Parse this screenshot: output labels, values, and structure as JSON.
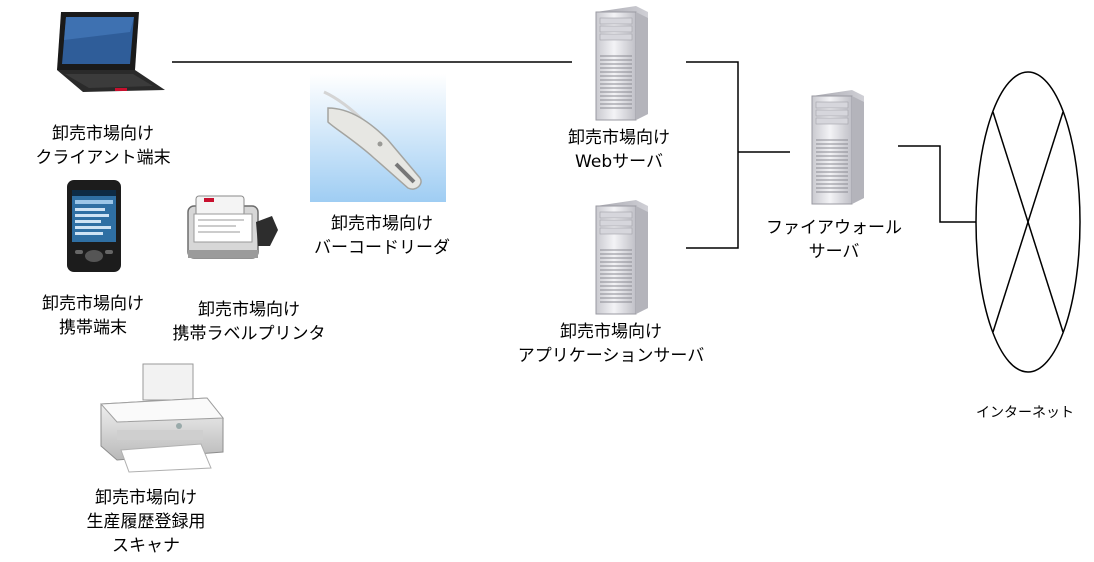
{
  "nodes": {
    "client": {
      "line1": "卸売市場向け",
      "line2": "クライアント端末"
    },
    "handheld": {
      "line1": "卸売市場向け",
      "line2": "携帯端末"
    },
    "label_printer": {
      "line1": "卸売市場向け",
      "line2": "携帯ラベルプリンタ"
    },
    "barcode": {
      "line1": "卸売市場向け",
      "line2": "バーコードリーダ"
    },
    "scanner": {
      "line1": "卸売市場向け",
      "line2": "生産履歴登録用",
      "line3": "スキャナ"
    },
    "web_server": {
      "line1": "卸売市場向け",
      "line2": "Webサーバ"
    },
    "app_server": {
      "line1": "卸売市場向け",
      "line2": "アプリケーションサーバ"
    },
    "firewall": {
      "line1": "ファイアウォール",
      "line2": "サーバ"
    },
    "internet": {
      "label": "インターネット"
    }
  },
  "icons": {
    "laptop": "laptop-icon",
    "pda": "pda-icon",
    "label_printer": "label-printer-icon",
    "barcode_reader": "barcode-reader-icon",
    "printer": "printer-icon",
    "server": "server-tower-icon",
    "internet": "internet-icon"
  },
  "colors": {
    "line": "#000000",
    "server_body": "#e9e9ee",
    "barcode_bg": "#a9d3f5"
  }
}
